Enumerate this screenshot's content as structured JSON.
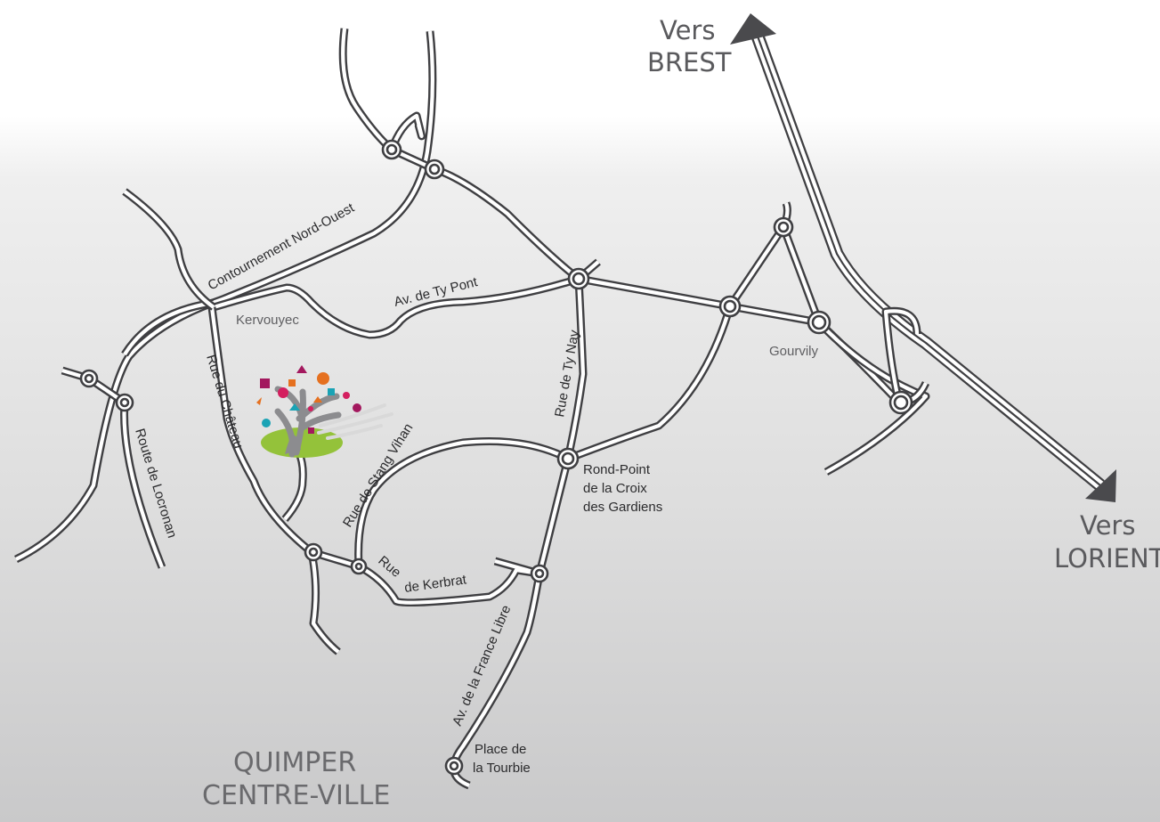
{
  "map": {
    "directions": {
      "brest_line1": "Vers",
      "brest_line2": "BREST",
      "lorient_line1": "Vers",
      "lorient_line2": "LORIENT"
    },
    "city_center": {
      "line1": "QUIMPER",
      "line2": "CENTRE-VILLE"
    },
    "streets": {
      "contournement": "Contournement Nord-Ouest",
      "ty_pont": "Av. de Ty Pont",
      "ty_nay": "Rue de Ty Nay",
      "chateau": "Rue du Château",
      "locronan": "Route de Locronan",
      "stang_vihan": "Rue de Stang Vihan",
      "kerbrat_1": "Rue",
      "kerbrat_2": "de Kerbrat",
      "france_libre": "Av. de la France Libre"
    },
    "places": {
      "kervouyec": "Kervouyec",
      "gourvily": "Gourvily"
    },
    "landmarks": {
      "rond_point_1": "Rond-Point",
      "rond_point_2": "de la Croix",
      "rond_point_3": "des Gardiens",
      "tourbie_1": "Place de",
      "tourbie_2": "la Tourbie"
    },
    "colors": {
      "road": "#3f3f42",
      "road_fill": "#ffffff",
      "marker_grass": "#94c23a",
      "marker_trunk": "#8c8c8f",
      "marker_magenta": "#a3185e",
      "marker_pink": "#d41f5f",
      "marker_orange": "#e5701f",
      "marker_teal": "#1aa3b5"
    },
    "icons": {
      "destination_marker": "tree-logo-icon",
      "direction_arrows": "arrow-icon"
    }
  }
}
